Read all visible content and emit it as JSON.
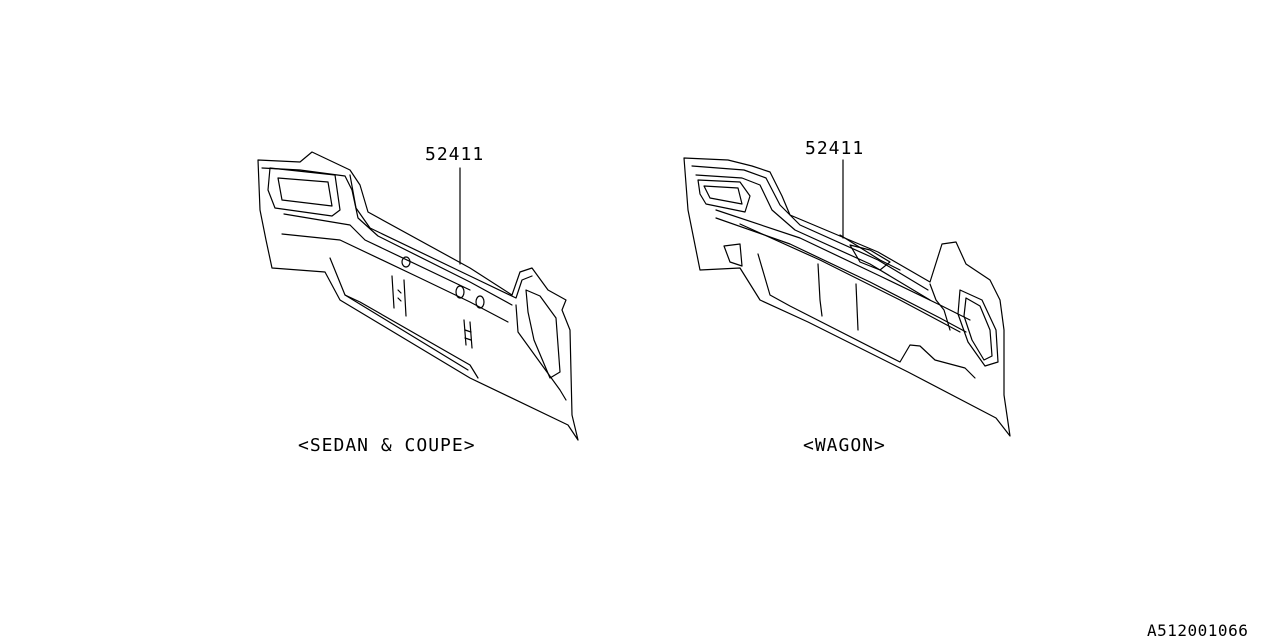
{
  "diagram": {
    "panels": [
      {
        "part_number": "52411",
        "caption": "<SEDAN & COUPE>"
      },
      {
        "part_number": "52411",
        "caption": "<WAGON>"
      }
    ],
    "reference_code": "A512001066"
  }
}
